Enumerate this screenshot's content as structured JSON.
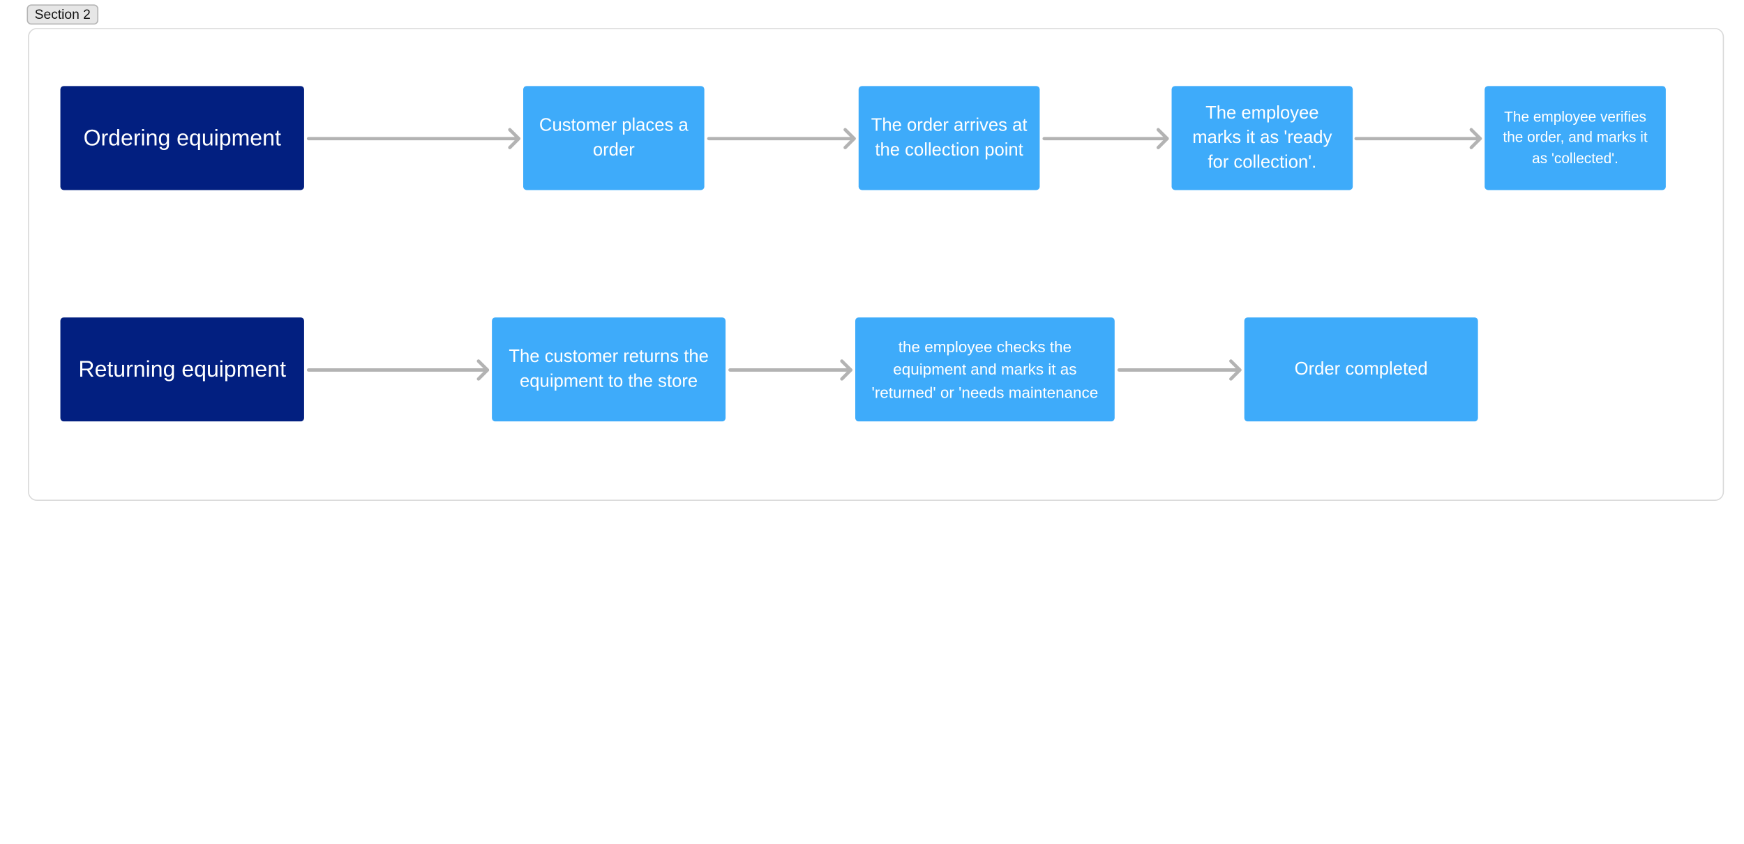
{
  "section": {
    "label": "Section 2"
  },
  "flows": [
    {
      "category": "Ordering equipment",
      "steps": [
        "Customer places a order",
        "The order arrives at the collection point",
        "The employee marks it as 'ready for collection'.",
        "The employee verifies the order, and marks it as 'collected'."
      ]
    },
    {
      "category": "Returning equipment",
      "steps": [
        "The customer returns the equipment to the store",
        "the employee checks the equipment and marks it as 'returned' or 'needs maintenance",
        "Order completed"
      ]
    }
  ],
  "colors": {
    "category_fill": "#021f80",
    "step_fill": "#3eabfa",
    "connector": "#b3b3b3",
    "frame_border": "#d9d9d9",
    "label_fill": "#e6e6e6"
  }
}
